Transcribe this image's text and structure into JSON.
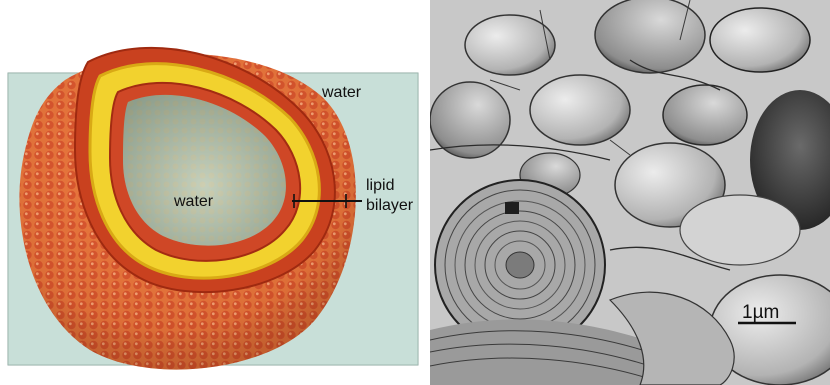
{
  "liposome_diagram": {
    "outside_label": "water",
    "inside_label": "water",
    "bilayer_label_line1": "lipid",
    "bilayer_label_line2": "bilayer"
  },
  "micrograph": {
    "scale_bar_label": "1µm"
  },
  "colors": {
    "water_background": "#cfe3de",
    "head_group_red": "#d8472a",
    "tail_yellow": "#f2d22e",
    "outer_sphere_orange": "#e8743a",
    "micrograph_gray": "#bdbdbd"
  }
}
